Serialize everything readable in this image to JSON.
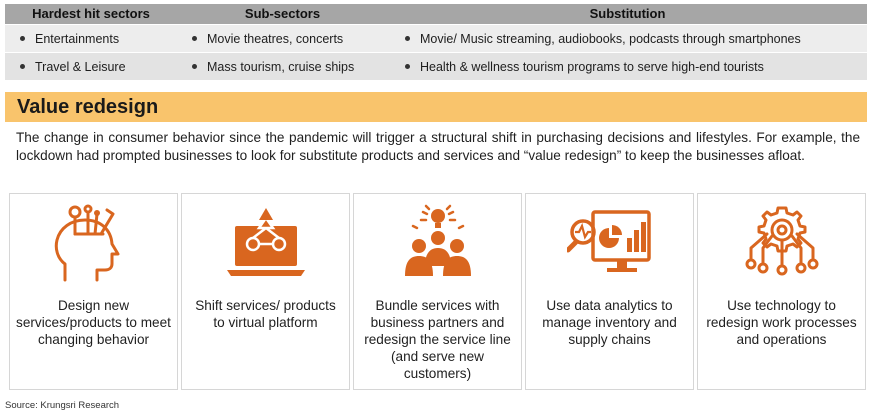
{
  "table": {
    "headers": [
      "Hardest hit sectors",
      "Sub-sectors",
      "Substitution"
    ],
    "rows": [
      [
        "Entertainments",
        "Movie theatres, concerts",
        "Movie/ Music streaming, audiobooks, podcasts through smartphones"
      ],
      [
        "Travel & Leisure",
        "Mass tourism, cruise ships",
        "Health & wellness tourism programs to serve high-end tourists"
      ]
    ]
  },
  "banner": {
    "title": "Value redesign"
  },
  "paragraph": "The change in consumer behavior since the pandemic will trigger a structural shift in purchasing decisions and lifestyles.  For example, the lockdown had prompted businesses to look for substitute products and services and “value redesign” to keep the businesses afloat.",
  "cards": [
    {
      "icon": "head-ideas-icon",
      "label": "Design new services/products to meet changing behavior"
    },
    {
      "icon": "laptop-network-icon",
      "label": "Shift services/ products to virtual platform"
    },
    {
      "icon": "team-idea-icon",
      "label": "Bundle services with business partners and redesign the service line (and serve new customers)"
    },
    {
      "icon": "analytics-monitor-icon",
      "label": "Use data analytics to manage inventory and supply chains"
    },
    {
      "icon": "gear-circuit-icon",
      "label": "Use technology to redesign work processes and operations"
    }
  ],
  "source": "Source: Krungsri Research",
  "colors": {
    "accent": "#d9661f",
    "banner": "#f9c46c",
    "table_header": "#a6a6a6"
  }
}
